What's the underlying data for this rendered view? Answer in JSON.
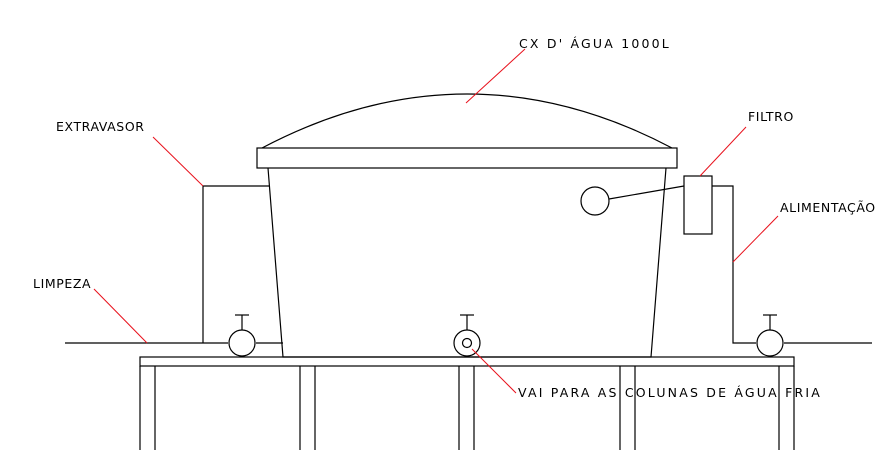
{
  "labels": {
    "tank": "CX D' ÁGUA 1000L",
    "overflow": "EXTRAVASOR",
    "filter": "FILTRO",
    "supply": "ALIMENTAÇÃO",
    "cleaning": "LIMPEZA",
    "outlet": "VAI PARA AS COLUNAS DE ÁGUA FRIA"
  },
  "colors": {
    "linework": "#000000",
    "leaders": "#e8111c",
    "background": "#ffffff"
  }
}
